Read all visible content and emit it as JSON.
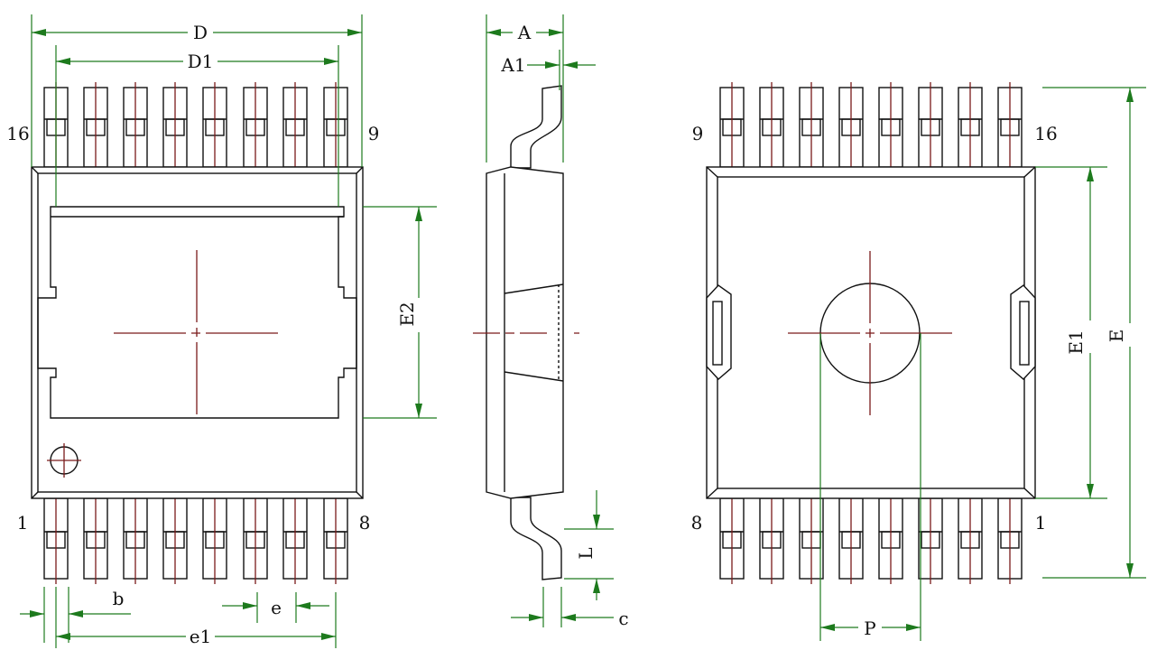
{
  "labels": {
    "D": "D",
    "D1": "D1",
    "A": "A",
    "A1": "A1",
    "E": "E",
    "E1": "E1",
    "E2": "E2",
    "b": "b",
    "e": "e",
    "e1": "e1",
    "L": "L",
    "c": "c",
    "P": "P"
  },
  "pins": {
    "top_left": "16",
    "top_right": "9",
    "bottom_left": "1",
    "bottom_right": "8",
    "bottom_view_top_left": "9",
    "bottom_view_top_right": "16",
    "bottom_view_bottom_left": "8",
    "bottom_view_bottom_right": "1"
  },
  "colors": {
    "outline": "#111111",
    "dimension": "#1d7a1d",
    "centerline": "#7a1a1a"
  }
}
